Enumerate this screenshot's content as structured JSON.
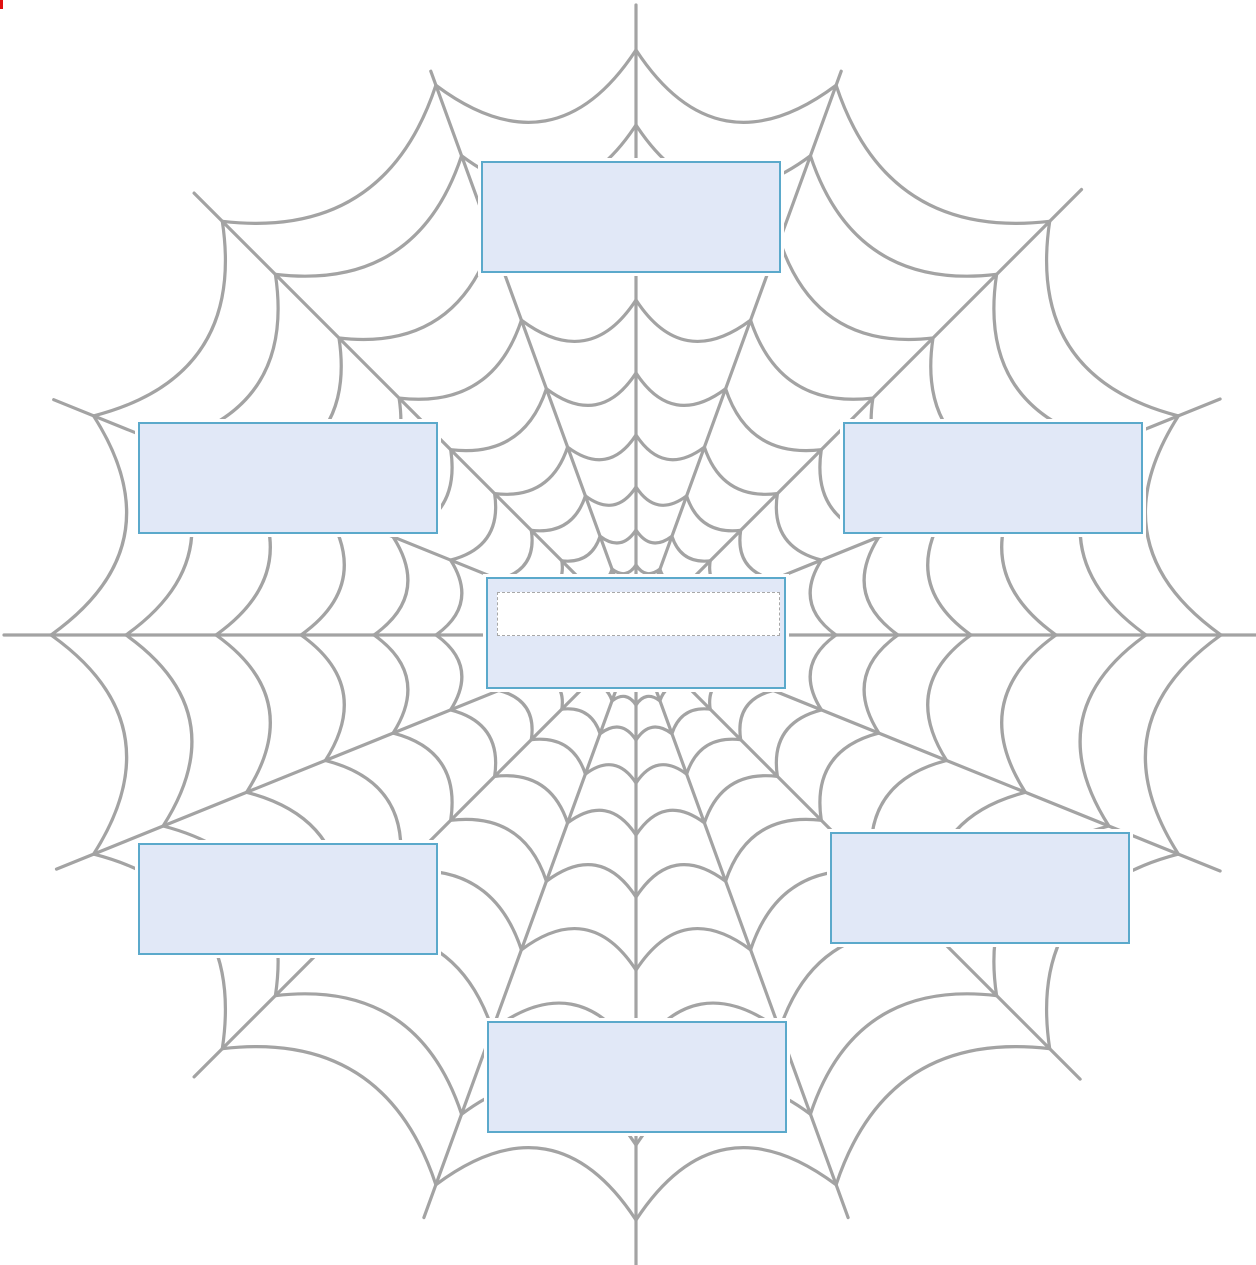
{
  "diagram": {
    "kind": "spider-web graphic organizer",
    "colors": {
      "web_strand": "#a3a3a3",
      "box_fill": "#e1e8f7",
      "box_border": "#5ba9cb",
      "edit_field_fill": "#ffffff",
      "edit_field_border": "#a8a8a8",
      "corner_mark": "#e01010"
    },
    "center_box": {
      "text": "",
      "edit_field_value": "",
      "edit_field_active": true
    },
    "outer_boxes": [
      {
        "id": "top",
        "text": ""
      },
      {
        "id": "upper-left",
        "text": ""
      },
      {
        "id": "upper-right",
        "text": ""
      },
      {
        "id": "lower-left",
        "text": ""
      },
      {
        "id": "lower-right",
        "text": ""
      },
      {
        "id": "bottom",
        "text": ""
      }
    ]
  }
}
